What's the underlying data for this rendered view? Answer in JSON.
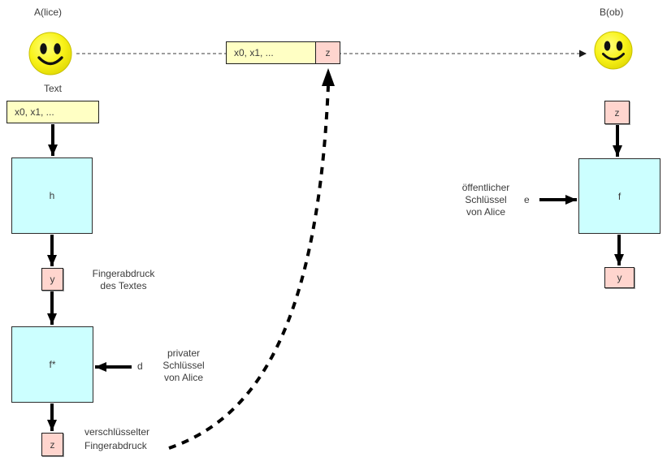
{
  "diagram": {
    "actors": {
      "sender": "A(lice)",
      "receiver": "B(ob)"
    },
    "alice": {
      "text_label": "Text",
      "message_value": "x0, x1, ...",
      "hash_function": "h",
      "fingerprint_value": "y",
      "fingerprint_label": [
        "Fingerabdruck",
        "des Textes"
      ],
      "sign_function": "f*",
      "private_key_symbol": "d",
      "private_key_label": [
        "privater",
        "Schlüssel",
        "von Alice"
      ],
      "signature_value": "z",
      "signature_label": [
        "verschlüsselter",
        "Fingerabdruck"
      ]
    },
    "channel": {
      "message_value": "x0, x1, ...",
      "signature_value": "z"
    },
    "bob": {
      "signature_value": "z",
      "verify_function": "f",
      "public_key_symbol": "e",
      "public_key_label": [
        "öffentlicher",
        "Schlüssel",
        "von Alice"
      ],
      "fingerprint_value": "y"
    },
    "colors": {
      "message_fill": "#ffffc4",
      "value_fill": "#ffd5ce",
      "function_fill": "#ccffff",
      "arrow": "#000000",
      "channel_dash": "#7f7f7f",
      "text": "#3b3b3b",
      "smiley": "#f5ef1e"
    }
  }
}
